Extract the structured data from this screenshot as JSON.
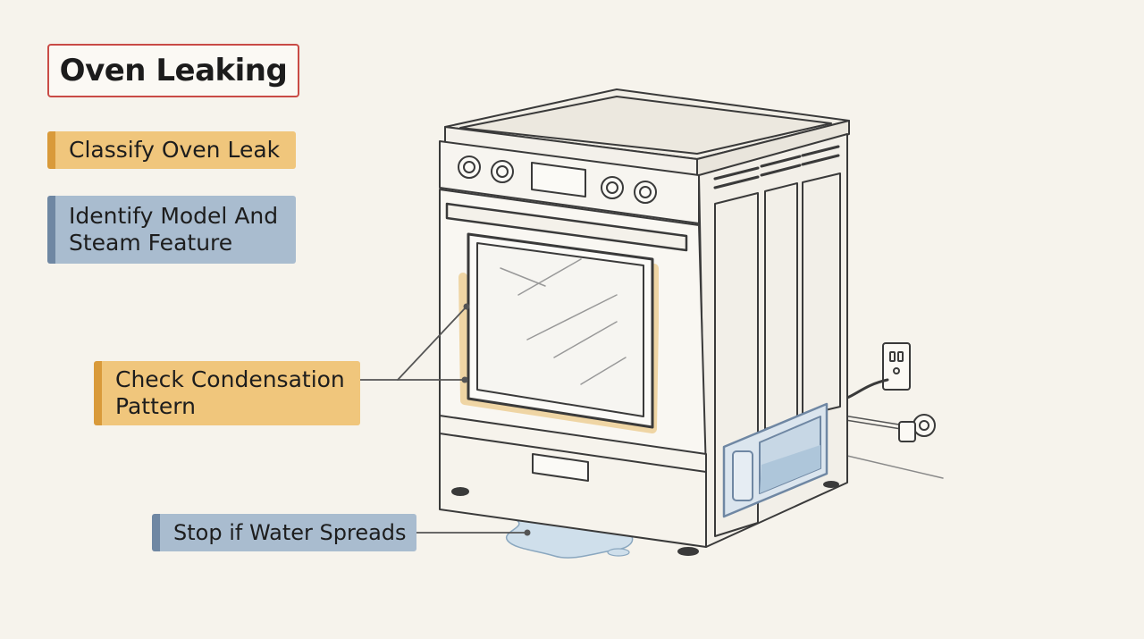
{
  "title": "Oven Leaking",
  "labels": {
    "classify": "Classify Oven Leak",
    "identify_line1": "Identify Model And",
    "identify_line2": "Steam Feature",
    "condensation_line1": "Check Condensation",
    "condensation_line2": "Pattern",
    "stop": "Stop if Water Spreads"
  },
  "colors": {
    "background": "#f6f3ec",
    "title_border": "#c94b46",
    "orange_label": "#f0c67c",
    "orange_accent": "#d99a3a",
    "blue_label": "#a9bccf",
    "blue_accent": "#6f87a3",
    "water": "#b9cfe0",
    "outline": "#3a3a3a"
  },
  "icons": [
    "oven-illustration",
    "wall-outlet-icon",
    "water-puddle-icon",
    "water-tank-icon",
    "gas-valve-icon"
  ]
}
